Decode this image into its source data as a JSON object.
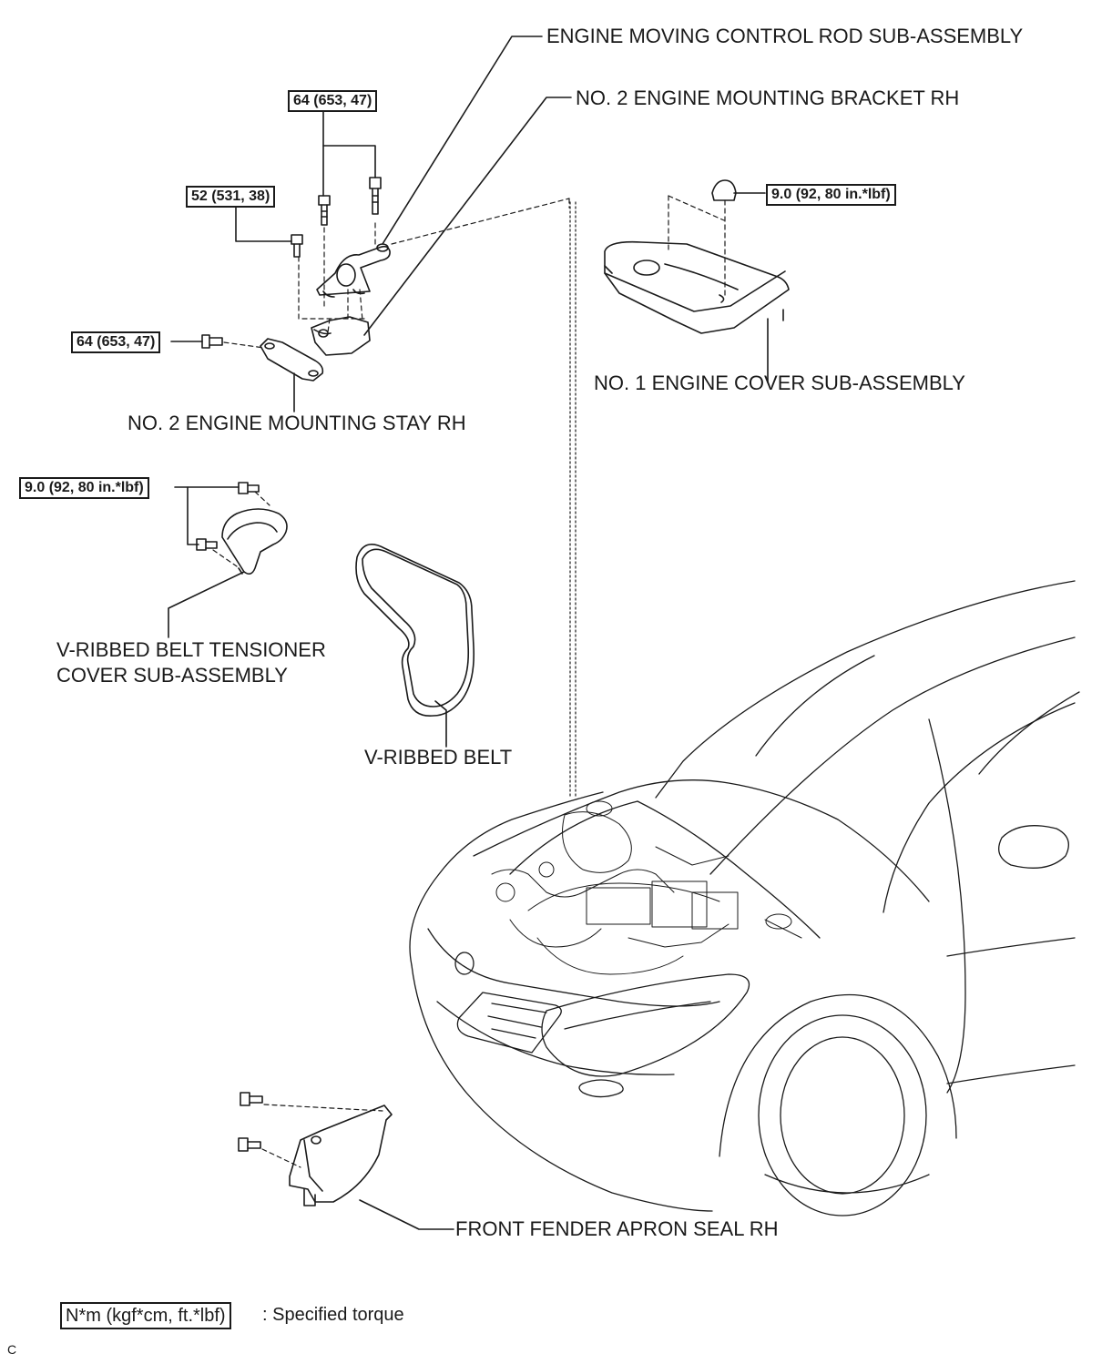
{
  "labels": {
    "control_rod": "ENGINE MOVING CONTROL ROD SUB-ASSEMBLY",
    "mounting_bracket": "NO. 2 ENGINE MOUNTING BRACKET RH",
    "engine_cover": "NO. 1 ENGINE COVER SUB-ASSEMBLY",
    "mounting_stay": "NO. 2 ENGINE MOUNTING STAY RH",
    "tensioner_cover_line1": "V-RIBBED BELT TENSIONER",
    "tensioner_cover_line2": "COVER SUB-ASSEMBLY",
    "v_ribbed_belt": "V-RIBBED BELT",
    "apron_seal": "FRONT FENDER APRON SEAL RH"
  },
  "torques": {
    "rod_bolts": "64 (653, 47)",
    "bracket_bolt": "52 (531, 38)",
    "stay_bolt": "64 (653, 47)",
    "cover_nut": "9.0 (92, 80 in.*lbf)",
    "tensioner_bolts": "9.0 (92, 80 in.*lbf)"
  },
  "legend": {
    "units": "N*m (kgf*cm, ft.*lbf)",
    "text": ": Specified torque"
  },
  "code": "C"
}
